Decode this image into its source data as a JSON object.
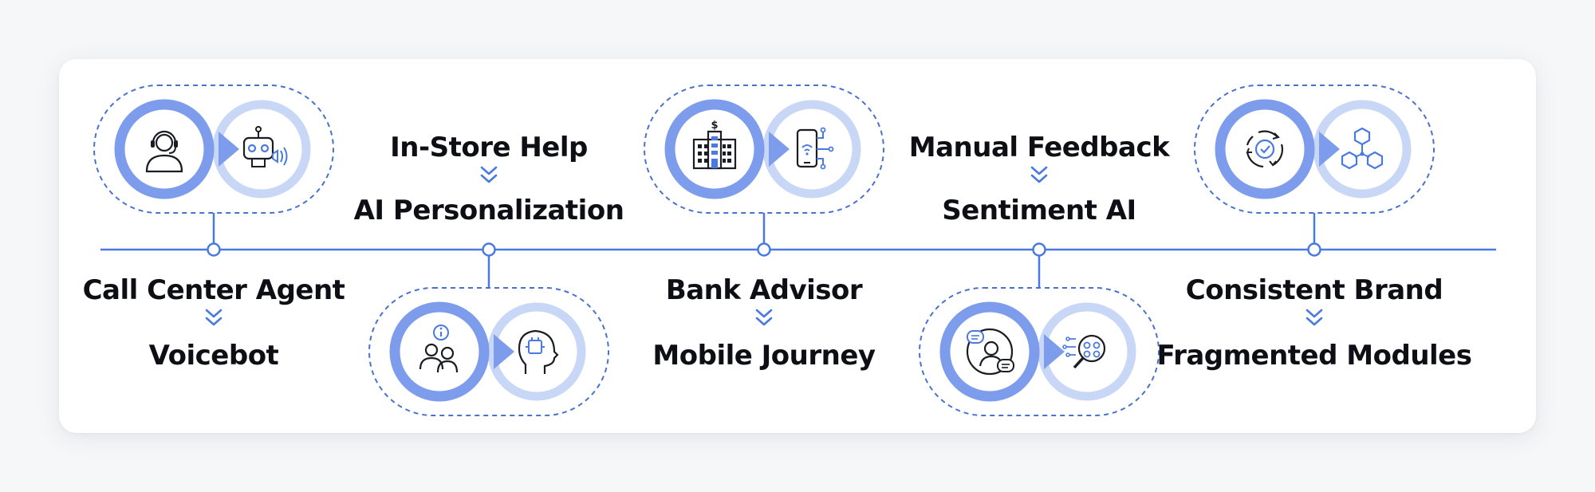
{
  "steps": [
    {
      "from": "Call Center Agent",
      "to": "Voicebot",
      "icon_left": "headset-agent-icon",
      "icon_right": "robot-speaker-icon"
    },
    {
      "from": "In-Store Help",
      "to": "AI Personalization",
      "icon_left": "people-info-icon",
      "icon_right": "head-chip-icon"
    },
    {
      "from": "Bank Advisor",
      "to": "Mobile Journey",
      "icon_left": "bank-building-icon",
      "icon_right": "mobile-network-icon"
    },
    {
      "from": "Manual Feedback",
      "to": "Sentiment AI",
      "icon_left": "person-chat-icon",
      "icon_right": "magnifier-analysis-icon"
    },
    {
      "from": "Consistent Brand",
      "to": "Fragmented Modules",
      "icon_left": "cycle-check-icon",
      "icon_right": "hex-network-icon"
    }
  ],
  "colors": {
    "accent": "#4a7ae0",
    "primary_ring": "#7d9ceb",
    "light_ring": "#c9d7f7",
    "dash": "#4a72cc",
    "text": "#0d0f14"
  }
}
